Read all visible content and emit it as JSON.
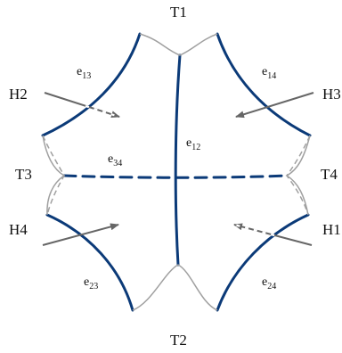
{
  "colors": {
    "edge": "#0b3a78",
    "cap": "#a0a0a0",
    "arrow": "#666666"
  },
  "labels": {
    "T1": "T1",
    "T2": "T2",
    "T3": "T3",
    "T4": "T4",
    "H1": "H1",
    "H2": "H2",
    "H3": "H3",
    "H4": "H4"
  },
  "edges": {
    "e13": {
      "base": "e",
      "sub": "13"
    },
    "e14": {
      "base": "e",
      "sub": "14"
    },
    "e12": {
      "base": "e",
      "sub": "12"
    },
    "e34": {
      "base": "e",
      "sub": "34"
    },
    "e23": {
      "base": "e",
      "sub": "23"
    },
    "e24": {
      "base": "e",
      "sub": "24"
    }
  }
}
